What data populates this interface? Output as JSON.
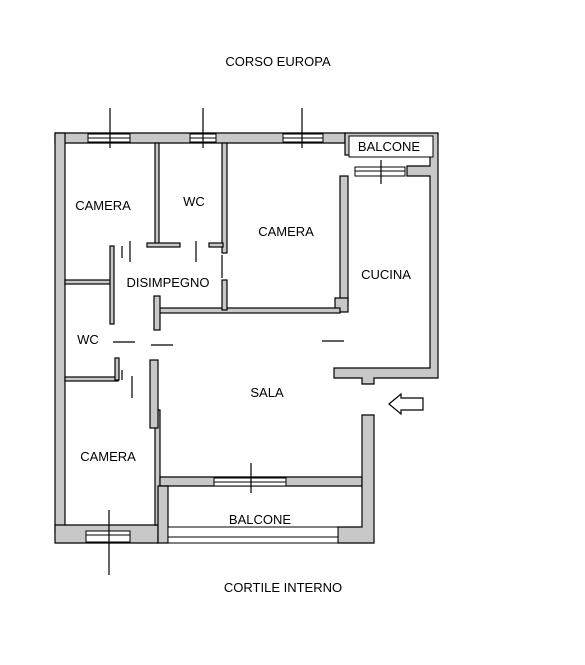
{
  "street_top": "CORSO EUROPA",
  "street_bottom": "CORTILE INTERNO",
  "rooms": {
    "camera_top_left": "CAMERA",
    "wc_top": "WC",
    "camera_top_center": "CAMERA",
    "balcone_top": "BALCONE",
    "cucina": "CUCINA",
    "disimpegno": "DISIMPEGNO",
    "wc_left": "WC",
    "sala": "SALA",
    "camera_bottom_left": "CAMERA",
    "balcone_bottom": "BALCONE"
  },
  "colors": {
    "wall_fill": "#c8c8c8",
    "line": "#000000",
    "background": "#ffffff"
  },
  "icons": {
    "entrance": "entrance-arrow-icon"
  }
}
